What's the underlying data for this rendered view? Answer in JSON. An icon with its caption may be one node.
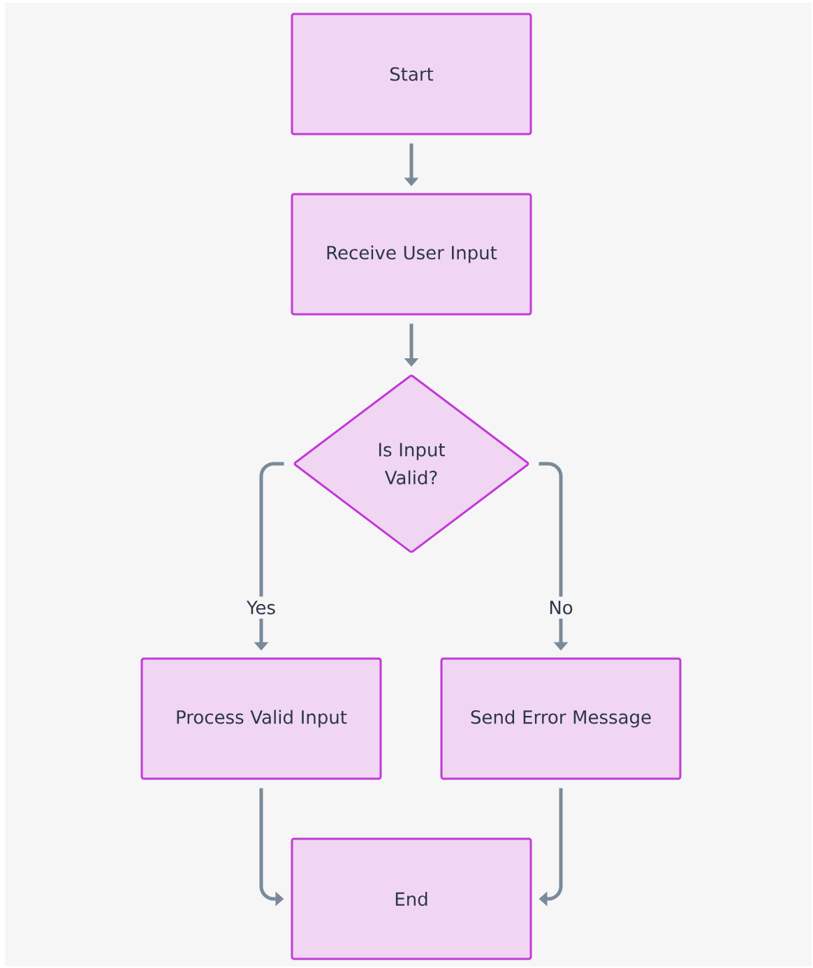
{
  "diagram": {
    "nodes": [
      {
        "text": [
          "Start"
        ]
      },
      {
        "text": [
          "Receive User Input"
        ]
      },
      {
        "text": [
          "Is Input Valid?"
        ]
      },
      {
        "text": [
          "Process Valid Input"
        ]
      },
      {
        "text": [
          "Send Error Message"
        ]
      },
      {
        "text": [
          "End"
        ]
      }
    ],
    "edges": [
      {
        "from": 0,
        "to": 1,
        "arrow": "to"
      },
      {
        "from": 1,
        "to": 2,
        "arrow": "to"
      },
      {
        "from": 2,
        "to": 3,
        "arrow": "to",
        "label": "Yes"
      },
      {
        "from": 2,
        "to": 4,
        "arrow": "to",
        "label": "No"
      },
      {
        "from": 3,
        "to": 5,
        "arrow": "to"
      },
      {
        "from": 4,
        "to": 5,
        "arrow": "to"
      }
    ]
  }
}
